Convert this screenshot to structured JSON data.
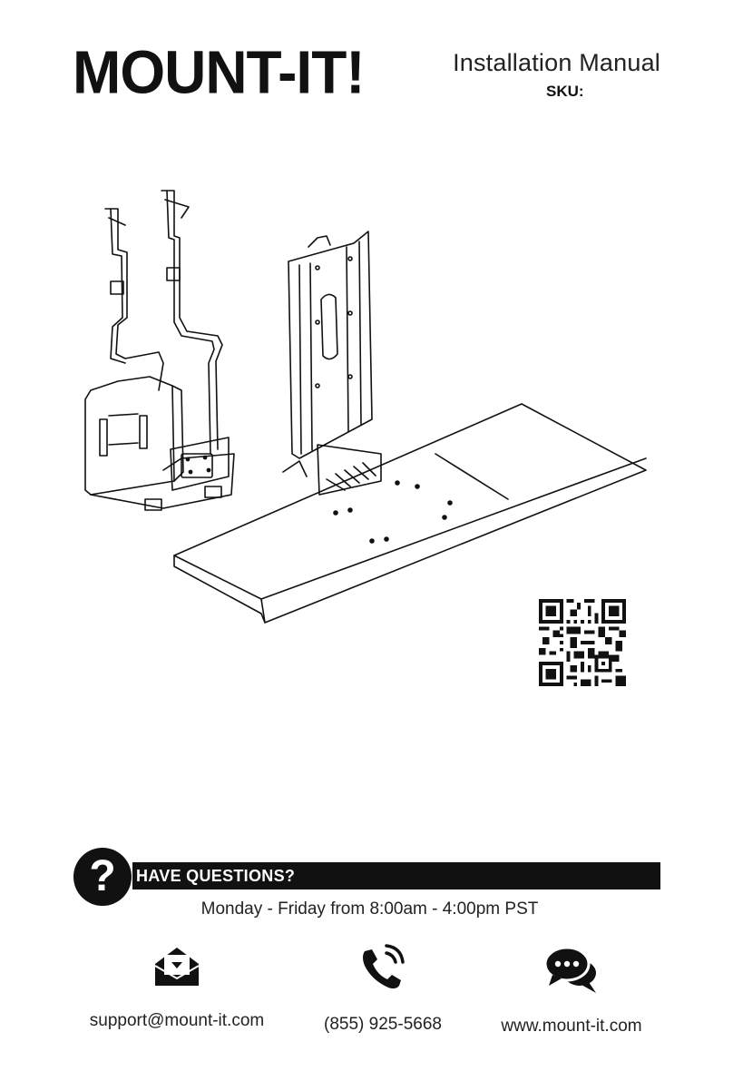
{
  "header": {
    "brand": "MOUNT-IT!",
    "title": "Installation Manual",
    "sku_label": "SKU:"
  },
  "questions": {
    "icon": "question-icon",
    "heading": "HAVE QUESTIONS?",
    "hours": "Monday - Friday from 8:00am - 4:00pm PST"
  },
  "contacts": [
    {
      "icon": "envelope-icon",
      "label": "support@mount-it.com"
    },
    {
      "icon": "phone-icon",
      "label": "(855) 925-5668"
    },
    {
      "icon": "chat-icon",
      "label": "www.mount-it.com"
    }
  ],
  "colors": {
    "ink": "#111111",
    "paper": "#ffffff"
  }
}
